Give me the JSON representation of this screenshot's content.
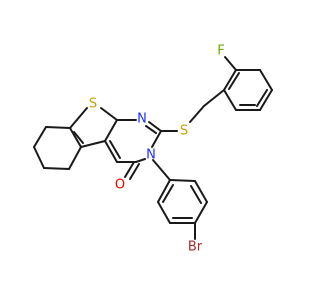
{
  "molecule": {
    "atom_labels": {
      "fluorine": "F",
      "sulfur_thioether": "S",
      "sulfur_thiophene": "S",
      "nitrogen_ring": "N",
      "nitrogen_amide": "N",
      "oxygen_carbonyl": "O",
      "bromine": "Br"
    },
    "colors": {
      "bond": "#1a1a1a",
      "sulfur": "#c8a000",
      "nitrogen": "#2030ff",
      "oxygen": "#ff0000",
      "fluorine": "#6bb000",
      "bromine": "#a52a2a"
    }
  }
}
